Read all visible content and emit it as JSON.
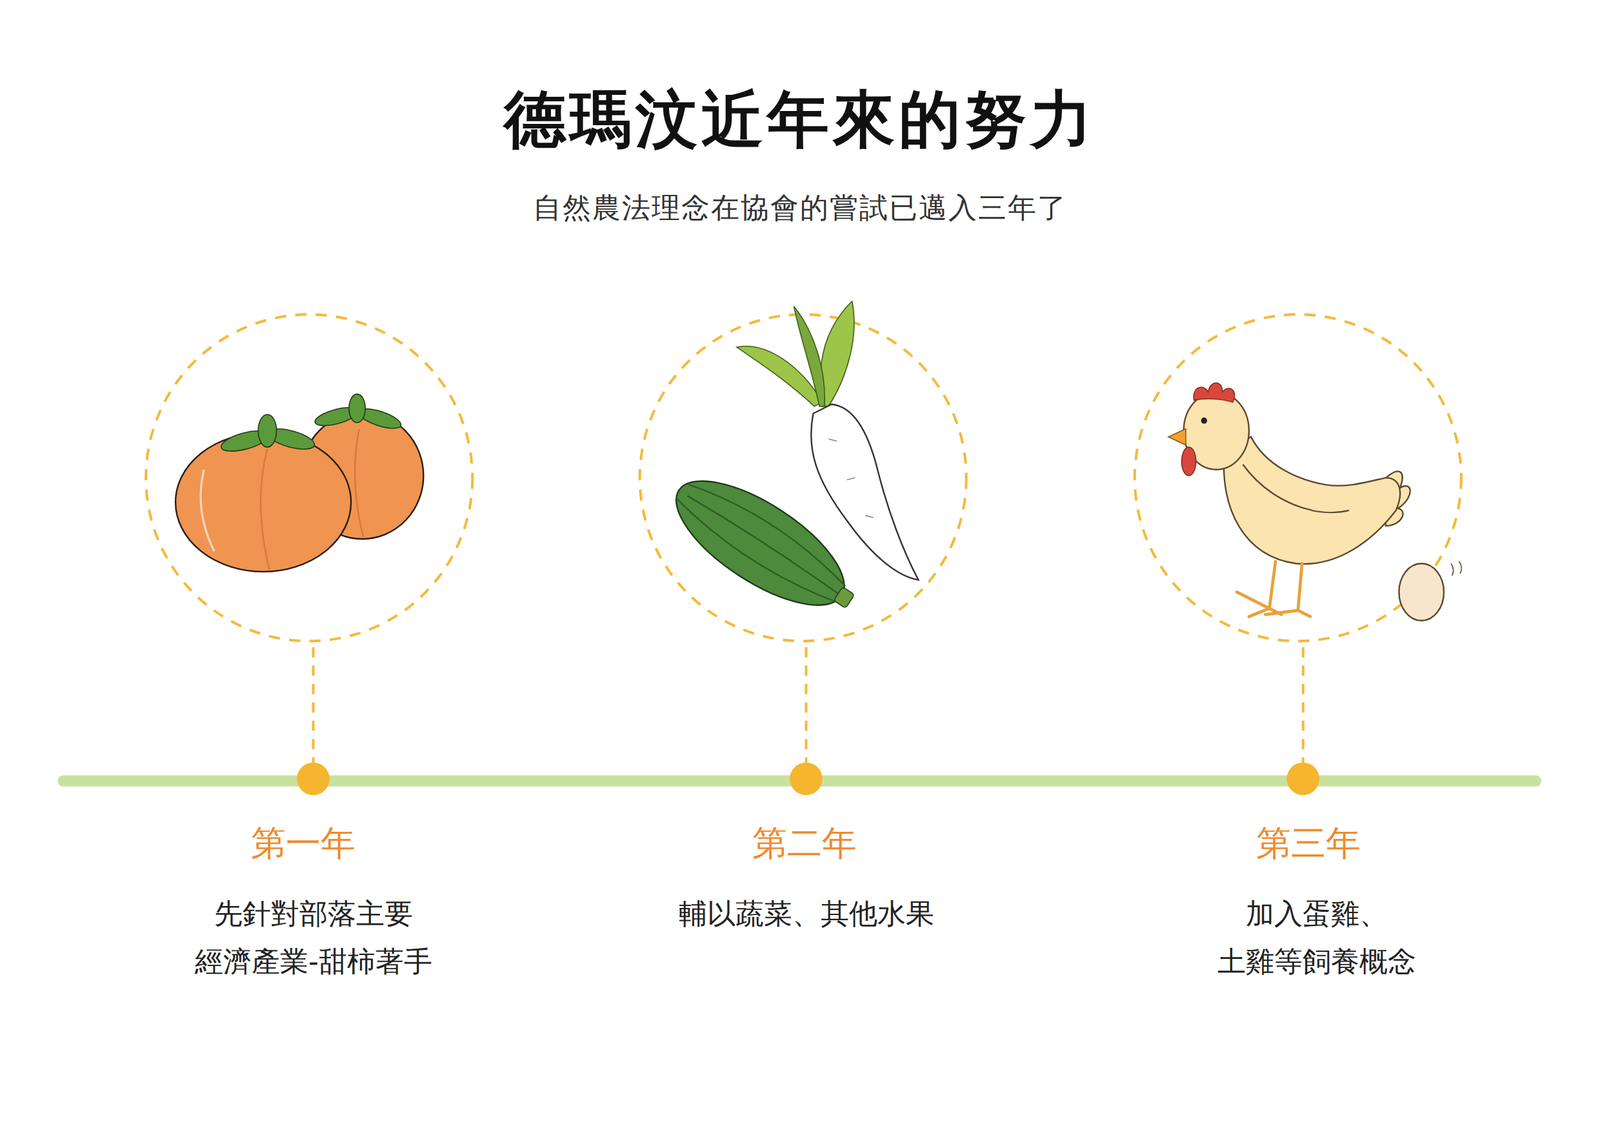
{
  "diagram": {
    "title": "德瑪汶近年來的努力",
    "labels": [
      "自然農法理念在協會的嘗試已邁入三年了",
      "第一年",
      "先針對部落主要 經濟產業-甜柿著手",
      "第二年",
      "輔以蔬菜、其他水果",
      "第三年",
      "加入蛋雞、 土雞等飼養概念"
    ]
  }
}
